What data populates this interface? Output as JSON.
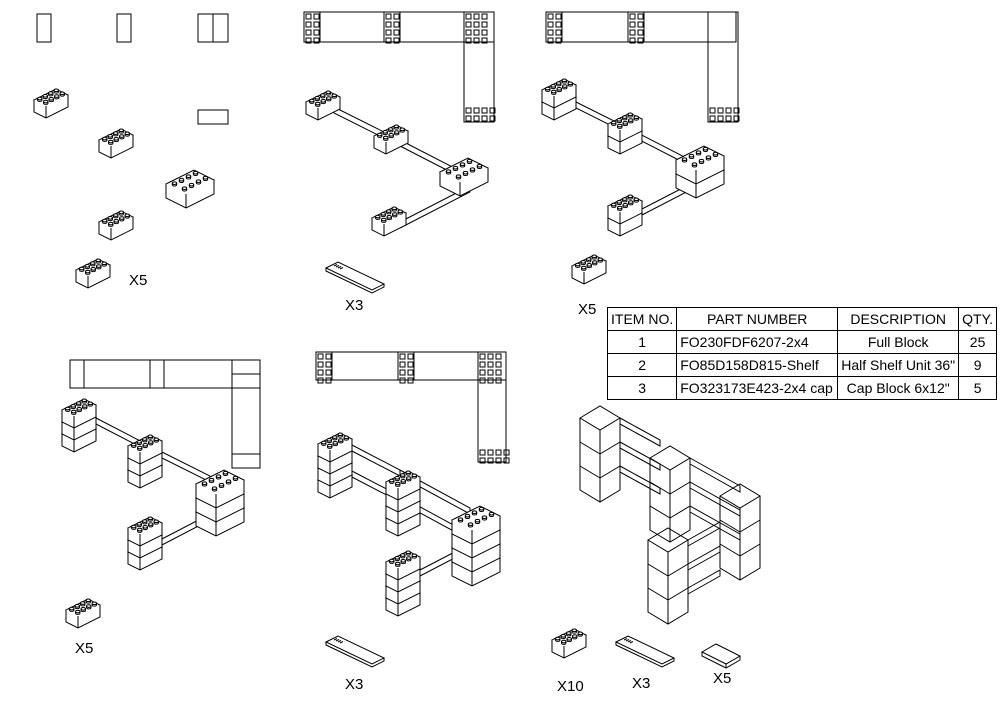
{
  "quantities": {
    "s1_block": "X5",
    "s2_shelf": "X3",
    "s3_block": "X5",
    "s4_block": "X5",
    "s5_shelf": "X3",
    "s6_block": "X10",
    "s6_shelf": "X3",
    "s6_cap": "X5"
  },
  "bom": {
    "headers": {
      "item_no": "ITEM NO.",
      "part_number": "PART NUMBER",
      "description": "DESCRIPTION",
      "qty": "QTY."
    },
    "rows": [
      {
        "item": "1",
        "part_number": "FO230FDF6207-2x4",
        "description": "Full Block",
        "qty": "25"
      },
      {
        "item": "2",
        "part_number": "FO85D158D815-Shelf",
        "description": "Half Shelf Unit 36\"",
        "qty": "9"
      },
      {
        "item": "3",
        "part_number": "FO323173E423-2x4 cap",
        "description": "Cap Block 6x12\"",
        "qty": "5"
      }
    ]
  }
}
